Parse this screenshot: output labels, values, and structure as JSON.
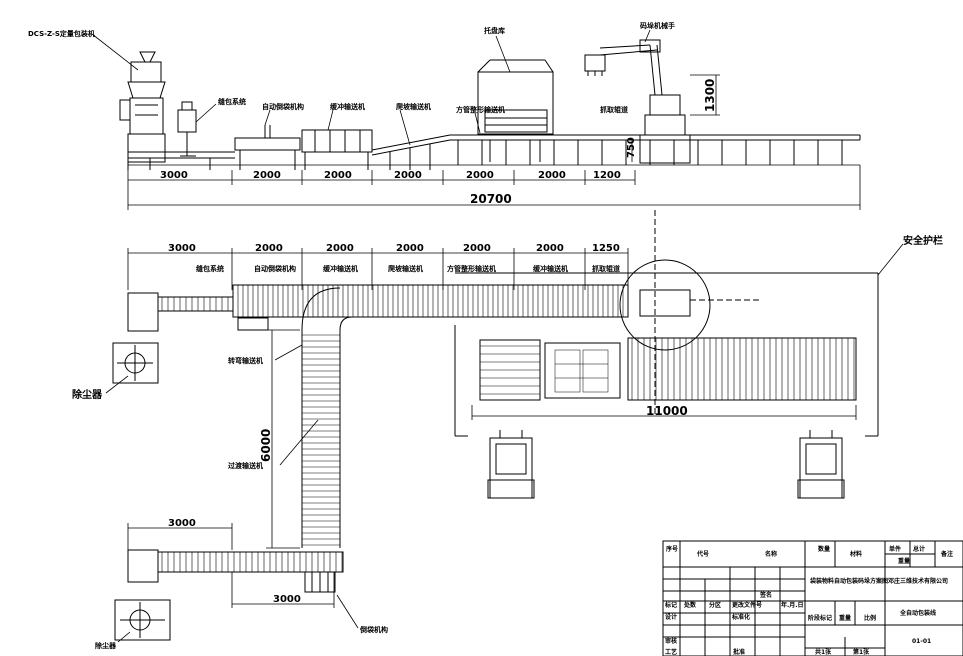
{
  "elevation": {
    "labels": {
      "packer": "DCS-Z-S定量包装机",
      "storage": "托盘库",
      "robot": "码垛机械手",
      "sewing": "缝包系统",
      "auto_pour": "自动倒袋机构",
      "buffer": "缓冲输送机",
      "climb": "爬坡输送机",
      "square": "方管整形输送机",
      "grab": "抓取辊道"
    },
    "dims": [
      "3000",
      "2000",
      "2000",
      "2000",
      "2000",
      "2000",
      "1200"
    ],
    "total": "20700",
    "height": "1300",
    "low": "750"
  },
  "plan": {
    "dims": [
      "3000",
      "2000",
      "2000",
      "2000",
      "2000",
      "2000",
      "1250"
    ],
    "labels": {
      "sewing": "缝包系统",
      "auto_pour": "自动倒袋机构",
      "buffer": "缓冲输送机",
      "climb": "爬坡输送机",
      "square": "方管整形输送机",
      "buffer2": "缓冲输送机",
      "grab": "抓取辊道",
      "guard": "安全护栏",
      "dust1": "除尘器",
      "turn": "转弯输送机",
      "transition": "过渡输送机",
      "dust2": "除尘器",
      "pour": "倒袋机构"
    },
    "width": "11000",
    "vertical": "6000",
    "lower_dim1": "3000",
    "lower_dim2": "3000"
  },
  "titleblock": {
    "header": [
      "序号",
      "代号",
      "名称",
      "数量",
      "材料",
      "单件",
      "总计",
      "备注"
    ],
    "header_weight": "重量",
    "mark": "标记",
    "count": "处数",
    "zone": "分区",
    "doc": "更改文件号",
    "sign": "签名",
    "date": "年.月.日",
    "design": "设计",
    "std": "标准化",
    "stage": "阶段标记",
    "weight": "重量",
    "scale": "比例",
    "review": "审核",
    "process": "工艺",
    "approve": "批准",
    "total_sheets": "共1张",
    "sheet": "第1张",
    "drawing_title": "袋装物料自动包装码垛方案图",
    "company": "邓庄三维技术有限公司",
    "project": "全自动包装线",
    "drawing_no": "01-01"
  }
}
